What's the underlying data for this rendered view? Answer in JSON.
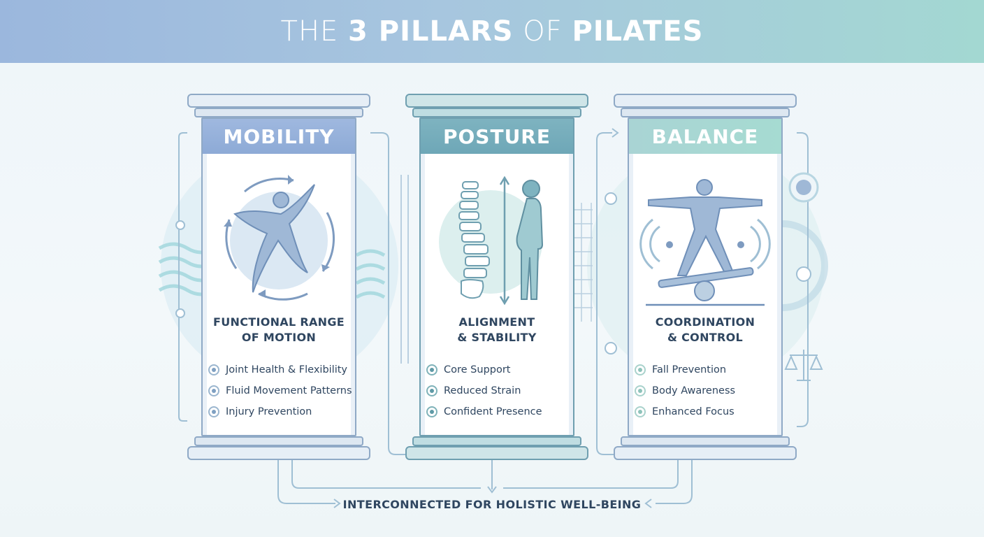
{
  "header": {
    "title_part1": "THE ",
    "title_part2": "3 PILLARS",
    "title_part3": " OF ",
    "title_part4": "PILATES"
  },
  "pillars": [
    {
      "name": "MOBILITY",
      "icon": "dancing-figure-rotation-icon",
      "subtitle_line1": "FUNCTIONAL RANGE",
      "subtitle_line2": "OF MOTION",
      "benefits": [
        "Joint Health & Flexibility",
        "Fluid Movement Patterns",
        "Injury Prevention"
      ]
    },
    {
      "name": "POSTURE",
      "icon": "spine-and-standing-figure-icon",
      "subtitle_line1": "ALIGNMENT",
      "subtitle_line2": "& STABILITY",
      "benefits": [
        "Core Support",
        "Reduced Strain",
        "Confident Presence"
      ]
    },
    {
      "name": "BALANCE",
      "icon": "figure-on-balance-board-icon",
      "subtitle_line1": "COORDINATION",
      "subtitle_line2": "& CONTROL",
      "benefits": [
        "Fall Prevention",
        "Body Awareness",
        "Enhanced Focus"
      ]
    }
  ],
  "footer": {
    "text": "INTERCONNECTED FOR HOLISTIC WELL-BEING"
  },
  "colors": {
    "mobility": "#8daad6",
    "posture": "#6ea7b7",
    "balance": "#a6dbd2",
    "text": "#2f4660",
    "line": "#9fbfd4"
  }
}
